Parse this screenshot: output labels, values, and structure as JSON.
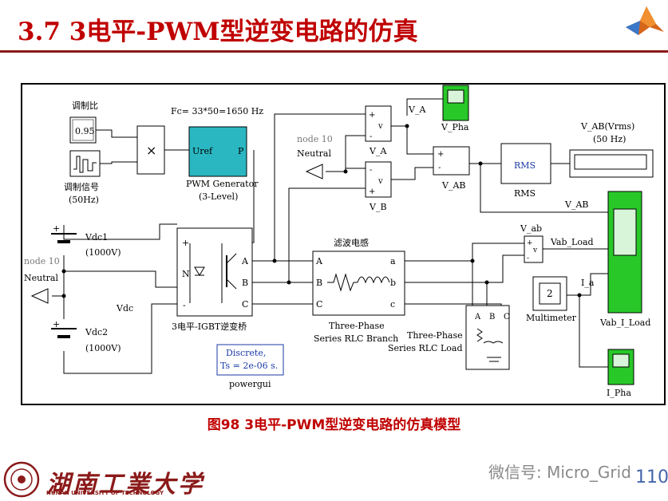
{
  "slide": {
    "title": "3.7  3电平-PWM型逆变电路的仿真",
    "caption": "图98 3电平-PWM型逆变电路的仿真模型",
    "university_cn": "湖南工業大学",
    "university_en": "HUNAN UNIVERSITY OF TECHNOLOGY",
    "watermark": "微信号: Micro_Grid",
    "page_number": "110"
  },
  "model": {
    "mod_ratio_label": "调制比",
    "mod_ratio_value": "0.95",
    "mod_signal_label_1": "调制信号",
    "mod_signal_label_2": "(50Hz)",
    "fc_label": "Fc= 33*50=1650 Hz",
    "pwm_port_in": "Uref",
    "pwm_port_out": "P",
    "pwm_name_1": "PWM Generator",
    "pwm_name_2": "(3-Level)",
    "multiply_symbol": "×",
    "node10_left": "node 10",
    "neutral_left": "Neutral",
    "node10_mid": "node 10",
    "neutral_mid": "Neutral",
    "vdc1_1": "Vdc1",
    "vdc1_2": "(1000V)",
    "vdc2_1": "Vdc2",
    "vdc2_2": "(1000V)",
    "vdc_label": "Vdc",
    "bridge_name": "3电平-IGBT逆变桥",
    "bridge_ports": [
      "+",
      "N",
      "-",
      "A",
      "B",
      "C"
    ],
    "filter_label": "滤波电感",
    "rlc_name_1": "Three-Phase",
    "rlc_name_2": "Series RLC Branch",
    "rlc_ports_left": [
      "A",
      "B",
      "C"
    ],
    "rlc_ports_right": [
      "a",
      "b",
      "c"
    ],
    "load_name_1": "Three-Phase",
    "load_name_2": "Series RLC Load",
    "load_ports": [
      "A",
      "B",
      "C"
    ],
    "powergui_line1": "Discrete,",
    "powergui_line2": "Ts = 2e-06 s.",
    "powergui_name": "powergui",
    "va_label": "V_A",
    "vb_label": "V_B",
    "va_sig": "V_A",
    "vab_label": "V_AB",
    "vab_sig": "V_AB",
    "vpha_label": "V_Pha",
    "rms_label": "RMS",
    "rms_name": "RMS",
    "vab_rms_1": "V_AB(Vrms)",
    "vab_rms_2": "(50 Hz)",
    "v_ab_label": "V_ab",
    "vab_load": "Vab_Load",
    "ia_label": "I_a",
    "multimeter_value": "2",
    "multimeter_name": "Multimeter",
    "scope_main": "Vab_I_Load",
    "iph_label": "I_Pha",
    "v_sign_plus": "+",
    "v_sign_minus": "-",
    "v_sign_v": "v",
    "sum_plus": "+",
    "sum_minus": "-"
  }
}
